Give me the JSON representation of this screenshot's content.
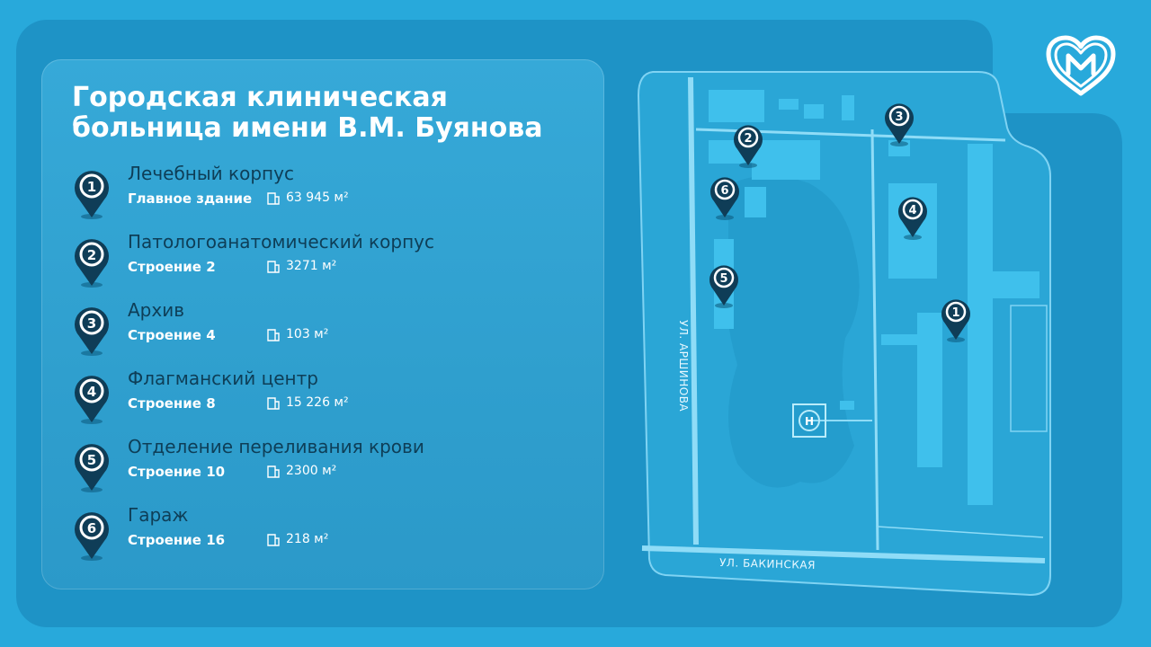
{
  "title": "Городская клиническая больница имени В.М. Буянова",
  "colors": {
    "background": "#28a9db",
    "board": "#1e93c6",
    "card": "#33a5d4",
    "pin": "#0f3d57",
    "item_name": "#0e3e57",
    "text": "#ffffff",
    "map_building": "#3fc0ec",
    "map_line": "#8fdcf7"
  },
  "icons": {
    "logo": "heart-m-logo",
    "area": "floor-plan-icon",
    "helipad": "helipad-icon"
  },
  "buildings": [
    {
      "number": "1",
      "name": "Лечебный корпус",
      "building": "Главное здание",
      "area": "63 945 м²"
    },
    {
      "number": "2",
      "name": "Патологоанатомический корпус",
      "building": "Строение 2",
      "area": "3271 м²"
    },
    {
      "number": "3",
      "name": "Архив",
      "building": "Строение 4",
      "area": "103 м²"
    },
    {
      "number": "4",
      "name": "Флагманский центр",
      "building": "Строение 8",
      "area": "15 226 м²"
    },
    {
      "number": "5",
      "name": "Отделение переливания крови",
      "building": "Строение 10",
      "area": "2300 м²"
    },
    {
      "number": "6",
      "name": "Гараж",
      "building": "Строение 16",
      "area": "218 м²"
    }
  ],
  "map": {
    "street_left": "УЛ. АРШИНОВА",
    "street_bottom": "УЛ. БАКИНСКАЯ",
    "helipad_label": "H",
    "pins": [
      "1",
      "2",
      "3",
      "4",
      "5",
      "6"
    ]
  }
}
